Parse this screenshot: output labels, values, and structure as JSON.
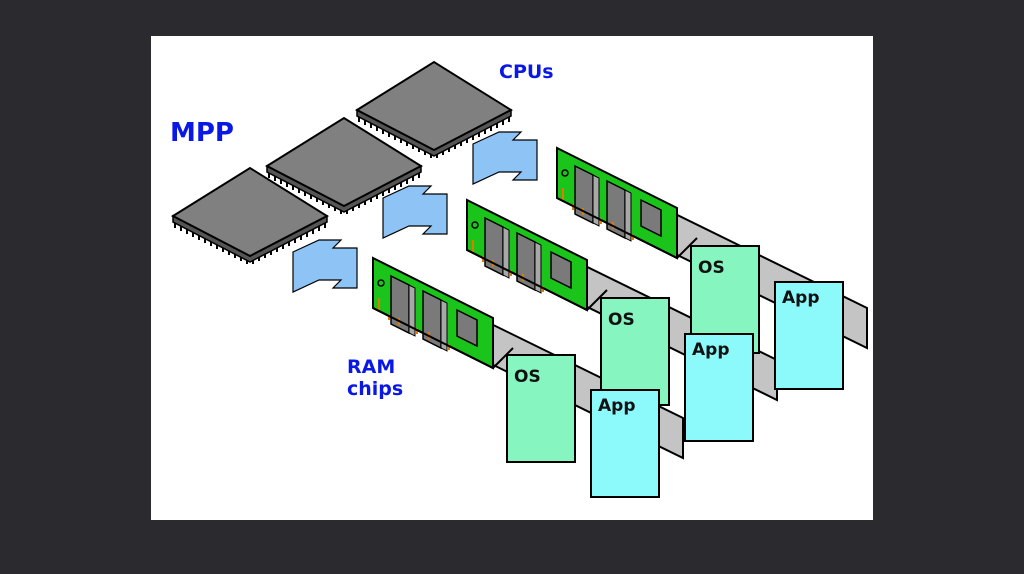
{
  "diagram": {
    "labels": {
      "mpp": "MPP",
      "cpus": "CPUs",
      "ram_line1": "RAM",
      "ram_line2": "chips"
    },
    "nodes": [
      {
        "cpu": "cpu",
        "memory_blocks": [
          {
            "label": "OS"
          },
          {
            "label": "App"
          }
        ]
      },
      {
        "cpu": "cpu",
        "memory_blocks": [
          {
            "label": "OS"
          },
          {
            "label": "App"
          }
        ]
      },
      {
        "cpu": "cpu",
        "memory_blocks": [
          {
            "label": "OS"
          },
          {
            "label": "App"
          }
        ]
      }
    ],
    "colors": {
      "label_blue": "#0a18e6",
      "cpu_gray": "#808080",
      "arrow_blue": "#8ec3f5",
      "ram_green": "#1bc41b",
      "os_green": "#86f5c0",
      "app_cyan": "#8cf9fb",
      "tray_gray": "#c4c4c4"
    }
  }
}
